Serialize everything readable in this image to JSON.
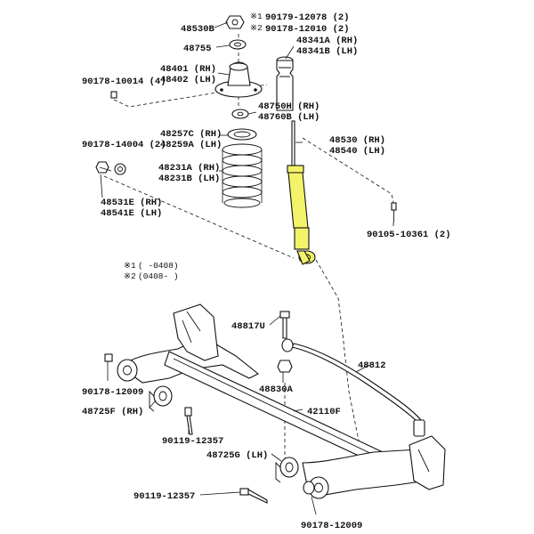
{
  "accent_color": "#f3f36a",
  "notes": {
    "mark1": "※1",
    "mark2": "※2",
    "range1": "(      -0408)",
    "range2": "(0408-      )"
  },
  "labels": {
    "p48530B": "48530B",
    "p90179": "90179-12078 (2)",
    "p90178_12010": "90178-12010 (2)",
    "p48755": "48755",
    "p48341A": "48341A (RH)",
    "p48341B": "48341B (LH)",
    "p48401": "48401 (RH)",
    "p48402": "48402 (LH)",
    "p90178_10014": "90178-10014 (4)",
    "p48750H": "48750H (RH)",
    "p48760B": "48760B (LH)",
    "p48257C": "48257C (RH)",
    "p48259A": "48259A (LH)",
    "p90178_14004": "90178-14004 (2)",
    "p48530RH": "48530 (RH)",
    "p48540LH": "48540 (LH)",
    "p48231A": "48231A (RH)",
    "p48231B": "48231B (LH)",
    "p48531E": "48531E (RH)",
    "p48541E": "48541E (LH)",
    "p90105": "90105-10361 (2)",
    "p48817U": "48817U",
    "p48812": "48812",
    "p90178_12009a": "90178-12009",
    "p48830A": "48830A",
    "p48725F": "48725F (RH)",
    "p42110F": "42110F",
    "p90119a": "90119-12357",
    "p48725G": "48725G (LH)",
    "p90119b": "90119-12357",
    "p90178_12009b": "90178-12009"
  }
}
